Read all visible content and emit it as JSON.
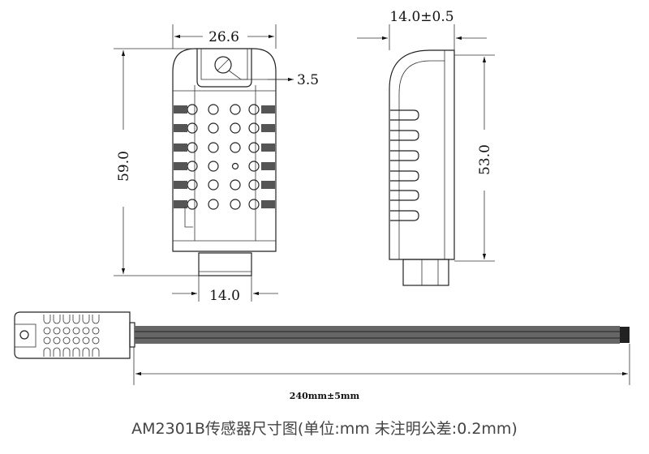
{
  "dimensions": {
    "front_width": "26.6",
    "hole_diameter": "3.5",
    "front_height": "59.0",
    "connector_width": "14.0",
    "side_depth": "14.0±0.5",
    "side_height": "53.0",
    "cable_length": "240mm±5mm"
  },
  "caption": "AM2301B传感器尺寸图(单位:mm 未注明公差:0.2mm)"
}
